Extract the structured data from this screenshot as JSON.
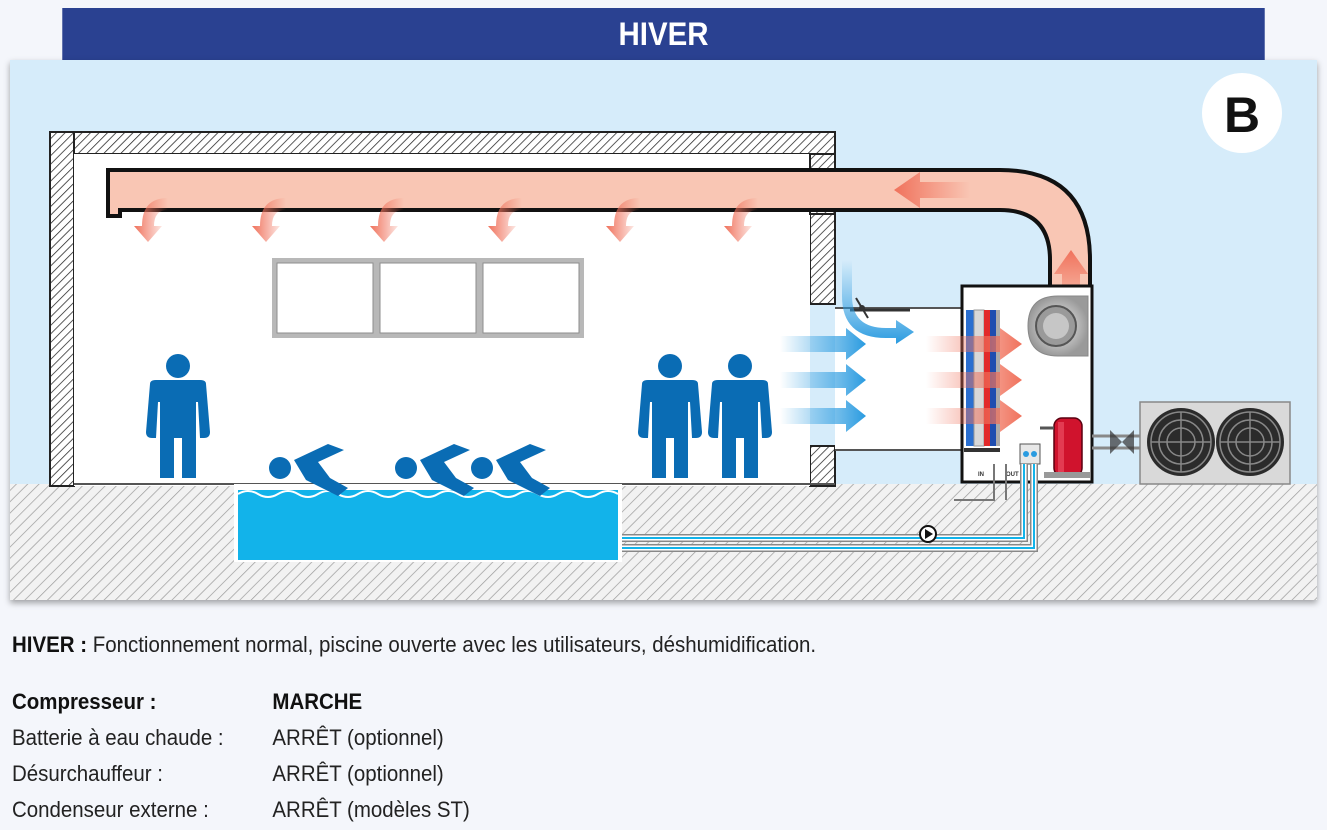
{
  "banner": {
    "title": "HIVER"
  },
  "diagram": {
    "badge": "B",
    "labels": {
      "in": "IN",
      "out": "OUT"
    },
    "colors": {
      "sky": "#d6ecfa",
      "header": "#2a4191",
      "person": "#0a6cb4",
      "water": "#12b3ea",
      "warm_air": "#f0725c",
      "cold_air": "#2a9be0",
      "duct": "#f9c6b4"
    }
  },
  "caption": {
    "label": "HIVER :",
    "text": " Fonctionnement normal, piscine ouverte avec les utilisateurs, déshumidification."
  },
  "status": [
    {
      "key": "Compresseur :",
      "value": "MARCHE",
      "bold": true
    },
    {
      "key": "Batterie à eau chaude :",
      "value": "ARRÊT (optionnel)",
      "bold": false
    },
    {
      "key": "Désurchauffeur :",
      "value": "ARRÊT (optionnel)",
      "bold": false
    },
    {
      "key": "Condenseur externe :",
      "value": "ARRÊT (modèles ST)",
      "bold": false
    }
  ]
}
